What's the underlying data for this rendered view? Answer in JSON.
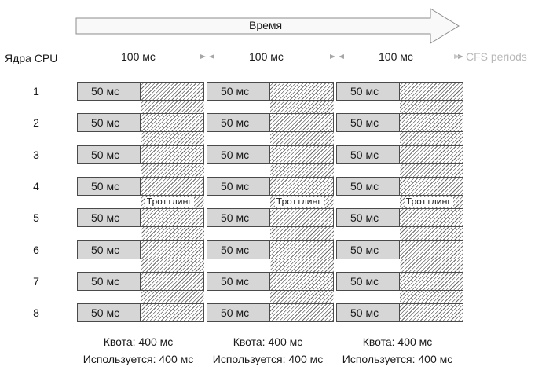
{
  "time_arrow": {
    "label": "Время"
  },
  "axis": {
    "cores_label": "Ядра CPU",
    "period_label": "100 мс",
    "cfs_label": "CFS periods"
  },
  "cores": [
    "1",
    "2",
    "3",
    "4",
    "5",
    "6",
    "7",
    "8"
  ],
  "used_label": "50 мс",
  "throttle_label": "Троттлинг",
  "periods": [
    {
      "quota": "Квота: 400 мс",
      "used": "Используется: 400 мс"
    },
    {
      "quota": "Квота: 400 мс",
      "used": "Используется: 400 мс"
    },
    {
      "quota": "Квота: 400 мс",
      "used": "Используется: 400 мс"
    }
  ],
  "colors": {
    "used_fill": "#d6d6d6",
    "border": "#4a4a4a",
    "hatch": "#6a6a6a",
    "guide": "#a6a6a6"
  }
}
